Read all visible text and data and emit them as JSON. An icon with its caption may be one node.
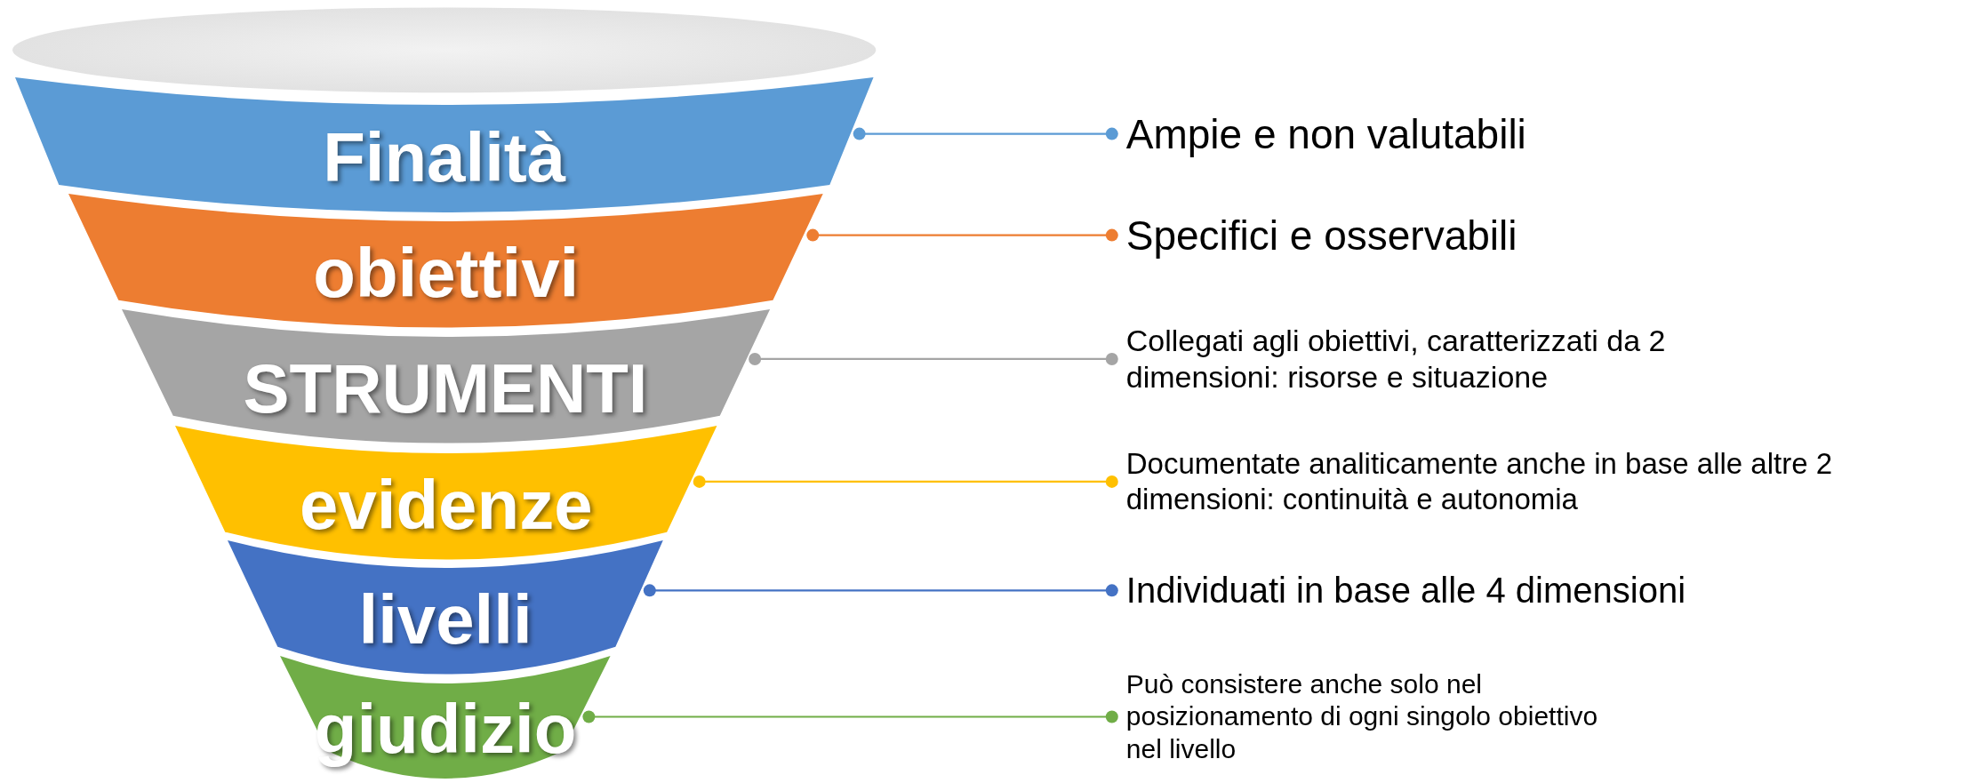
{
  "diagram": {
    "nodes": [
      {
        "text": [],
        "shape": "ellipse"
      },
      {
        "text": [
          "Finalità"
        ]
      },
      {
        "text": [
          "obiettivi"
        ]
      },
      {
        "text": [
          "STRUMENTI"
        ]
      },
      {
        "text": [
          "evidenze"
        ]
      },
      {
        "text": [
          "livelli"
        ]
      },
      {
        "text": [
          "giudizio"
        ]
      },
      {
        "text": [
          "Ampie e non valutabili"
        ]
      },
      {
        "text": [
          "Specifici e osservabili"
        ]
      },
      {
        "text": [
          "Collegati agli obiettivi, caratterizzati da 2 dimensioni: risorse e situazione"
        ]
      },
      {
        "text": [
          "Documentate analiticamente anche in base alle altre 2 dimensioni: continuità e autonomia"
        ]
      },
      {
        "text": [
          "Individuati in base alle 4 dimensioni"
        ]
      },
      {
        "text": [
          "Può consistere anche solo nel posizionamento di ogni singolo obiettivo nel livello"
        ]
      }
    ],
    "edges": [
      {
        "from": 1,
        "to": 7,
        "arrow": "other",
        "color": "#5b9bd5"
      },
      {
        "from": 2,
        "to": 8,
        "arrow": "other",
        "color": "#ed7d31"
      },
      {
        "from": 3,
        "to": 9,
        "arrow": "other",
        "color": "#a5a5a5"
      },
      {
        "from": 4,
        "to": 10,
        "arrow": "other",
        "color": "#ffc000"
      },
      {
        "from": 5,
        "to": 11,
        "arrow": "other",
        "color": "#4472c4"
      },
      {
        "from": 6,
        "to": 12,
        "arrow": "other",
        "color": "#70ad47"
      }
    ]
  }
}
